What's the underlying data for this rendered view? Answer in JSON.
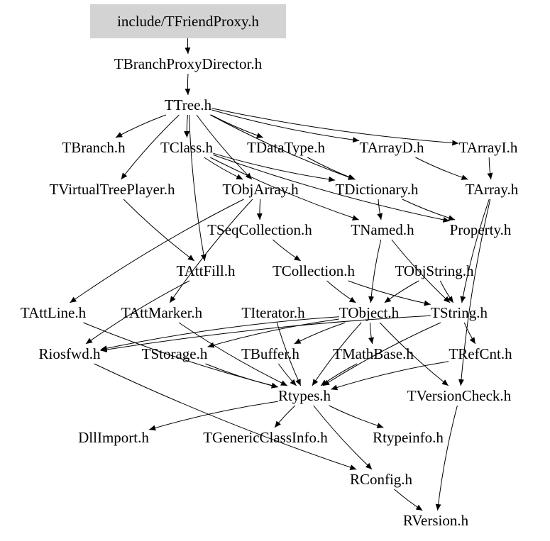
{
  "diagram": {
    "root": "include/TFriendProxy.h",
    "root_fill": "#d3d3d3",
    "nodes": [
      {
        "id": "n00",
        "label": "include/TFriendProxy.h"
      },
      {
        "id": "n01",
        "label": "TBranchProxyDirector.h"
      },
      {
        "id": "n02",
        "label": "TTree.h"
      },
      {
        "id": "n03",
        "label": "TBranch.h"
      },
      {
        "id": "n04",
        "label": "TClass.h"
      },
      {
        "id": "n05",
        "label": "TDataType.h"
      },
      {
        "id": "n06",
        "label": "TArrayD.h"
      },
      {
        "id": "n07",
        "label": "TArrayI.h"
      },
      {
        "id": "n08",
        "label": "TVirtualTreePlayer.h"
      },
      {
        "id": "n09",
        "label": "TObjArray.h"
      },
      {
        "id": "n10",
        "label": "TDictionary.h"
      },
      {
        "id": "n11",
        "label": "TArray.h"
      },
      {
        "id": "n12",
        "label": "TSeqCollection.h"
      },
      {
        "id": "n13",
        "label": "TNamed.h"
      },
      {
        "id": "n14",
        "label": "Property.h"
      },
      {
        "id": "n15",
        "label": "TAttFill.h"
      },
      {
        "id": "n16",
        "label": "TCollection.h"
      },
      {
        "id": "n17",
        "label": "TObjString.h"
      },
      {
        "id": "n18",
        "label": "TAttLine.h"
      },
      {
        "id": "n19",
        "label": "TAttMarker.h"
      },
      {
        "id": "n20",
        "label": "TIterator.h"
      },
      {
        "id": "n21",
        "label": "TObject.h"
      },
      {
        "id": "n22",
        "label": "TString.h"
      },
      {
        "id": "n23",
        "label": "Riosfwd.h"
      },
      {
        "id": "n24",
        "label": "TStorage.h"
      },
      {
        "id": "n25",
        "label": "TBuffer.h"
      },
      {
        "id": "n26",
        "label": "TMathBase.h"
      },
      {
        "id": "n27",
        "label": "TRefCnt.h"
      },
      {
        "id": "n28",
        "label": "Rtypes.h"
      },
      {
        "id": "n29",
        "label": "TVersionCheck.h"
      },
      {
        "id": "n30",
        "label": "DllImport.h"
      },
      {
        "id": "n31",
        "label": "TGenericClassInfo.h"
      },
      {
        "id": "n32",
        "label": "Rtypeinfo.h"
      },
      {
        "id": "n33",
        "label": "RConfig.h"
      },
      {
        "id": "n34",
        "label": "RVersion.h"
      }
    ],
    "edges": [
      [
        "n00",
        "n01"
      ],
      [
        "n01",
        "n02"
      ],
      [
        "n02",
        "n03"
      ],
      [
        "n02",
        "n04"
      ],
      [
        "n02",
        "n05"
      ],
      [
        "n02",
        "n06"
      ],
      [
        "n02",
        "n07"
      ],
      [
        "n02",
        "n08"
      ],
      [
        "n02",
        "n09"
      ],
      [
        "n02",
        "n15"
      ],
      [
        "n02",
        "n10"
      ],
      [
        "n04",
        "n09"
      ],
      [
        "n04",
        "n10"
      ],
      [
        "n04",
        "n13"
      ],
      [
        "n04",
        "n14"
      ],
      [
        "n05",
        "n10"
      ],
      [
        "n06",
        "n11"
      ],
      [
        "n07",
        "n11"
      ],
      [
        "n11",
        "n22"
      ],
      [
        "n11",
        "n29"
      ],
      [
        "n08",
        "n15"
      ],
      [
        "n09",
        "n12"
      ],
      [
        "n09",
        "n18"
      ],
      [
        "n09",
        "n19"
      ],
      [
        "n10",
        "n13"
      ],
      [
        "n10",
        "n14"
      ],
      [
        "n12",
        "n16"
      ],
      [
        "n13",
        "n21"
      ],
      [
        "n13",
        "n22"
      ],
      [
        "n16",
        "n21"
      ],
      [
        "n16",
        "n22"
      ],
      [
        "n17",
        "n21"
      ],
      [
        "n17",
        "n22"
      ],
      [
        "n15",
        "n23"
      ],
      [
        "n18",
        "n28"
      ],
      [
        "n19",
        "n28"
      ],
      [
        "n20",
        "n28"
      ],
      [
        "n21",
        "n23"
      ],
      [
        "n21",
        "n24"
      ],
      [
        "n21",
        "n25"
      ],
      [
        "n21",
        "n26"
      ],
      [
        "n21",
        "n28"
      ],
      [
        "n21",
        "n29"
      ],
      [
        "n22",
        "n27"
      ],
      [
        "n22",
        "n28"
      ],
      [
        "n22",
        "n23"
      ],
      [
        "n24",
        "n28"
      ],
      [
        "n25",
        "n28"
      ],
      [
        "n26",
        "n28"
      ],
      [
        "n27",
        "n28"
      ],
      [
        "n28",
        "n30"
      ],
      [
        "n28",
        "n31"
      ],
      [
        "n28",
        "n32"
      ],
      [
        "n28",
        "n33"
      ],
      [
        "n23",
        "n33"
      ],
      [
        "n33",
        "n34"
      ],
      [
        "n29",
        "n34"
      ]
    ]
  }
}
